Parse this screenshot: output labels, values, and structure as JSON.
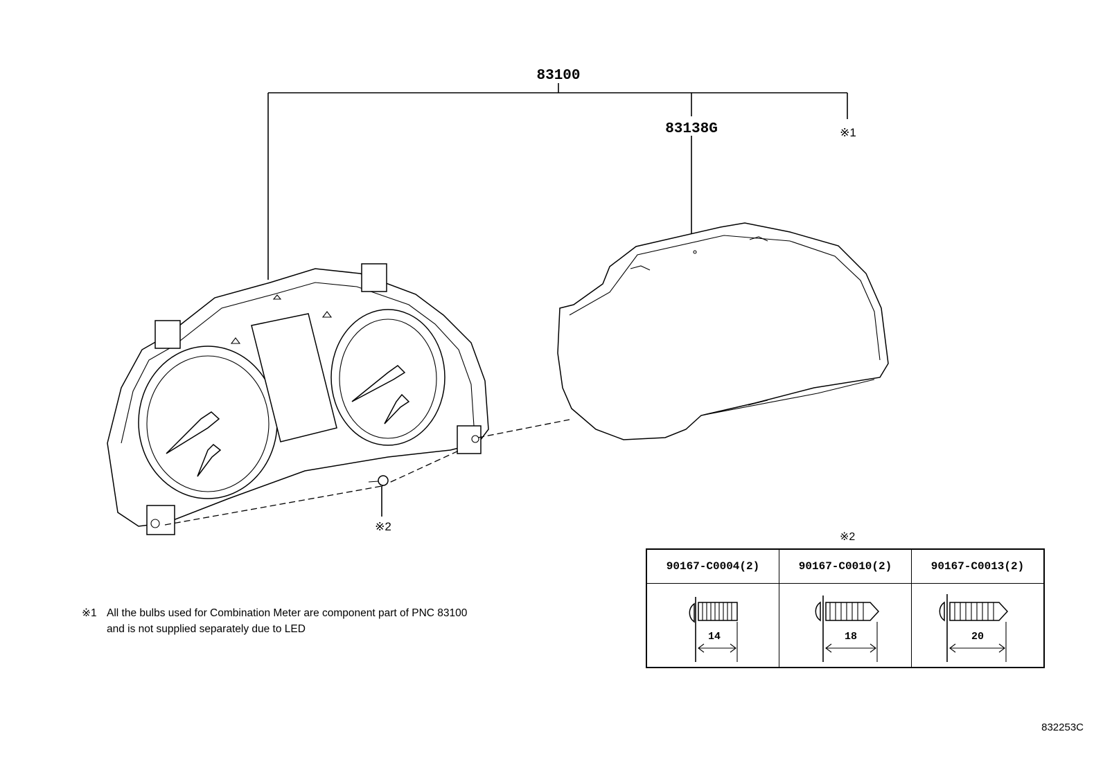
{
  "labels": {
    "assembly_part": "83100",
    "sub_part": "83138G",
    "note1_ref": "※1",
    "note2_ref": "※2"
  },
  "note": {
    "ref": "※1",
    "line1": "All the bulbs used for Combination Meter are component part of PNC 83100",
    "line2": "and is not supplied separately due to LED"
  },
  "bolt_table": {
    "title": "※2",
    "columns": [
      {
        "part_number": "90167-C0004(2)",
        "length": "14"
      },
      {
        "part_number": "90167-C0010(2)",
        "length": "18"
      },
      {
        "part_number": "90167-C0013(2)",
        "length": "20"
      }
    ]
  },
  "diagram_code": "832253C"
}
